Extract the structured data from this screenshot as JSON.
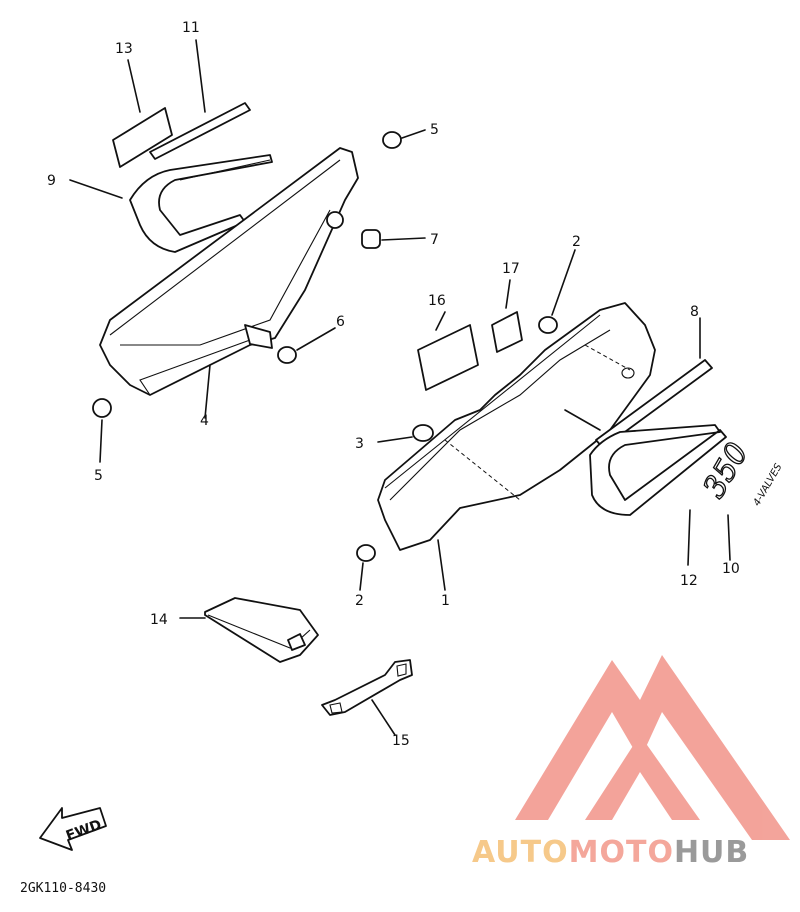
{
  "callouts": {
    "c1": "1",
    "c2a": "2",
    "c2b": "2",
    "c3": "3",
    "c4": "4",
    "c5a": "5",
    "c5b": "5",
    "c6": "6",
    "c7": "7",
    "c8": "8",
    "c9": "9",
    "c10": "10",
    "c11": "11",
    "c12": "12",
    "c13": "13",
    "c14": "14",
    "c15": "15",
    "c16": "16",
    "c17": "17"
  },
  "fwd_label": "FWD",
  "decal_text": {
    "model": "350",
    "sub": "4-VALVES"
  },
  "diagram_code": "2GK110-8430",
  "watermark": {
    "part1": "AUTO",
    "part2": "MOTO",
    "part3": "HUB",
    "color1": "#f6c98a",
    "color2": "#f4a79b",
    "color3": "#9a9a9a",
    "logo_color": "#f08a80"
  }
}
